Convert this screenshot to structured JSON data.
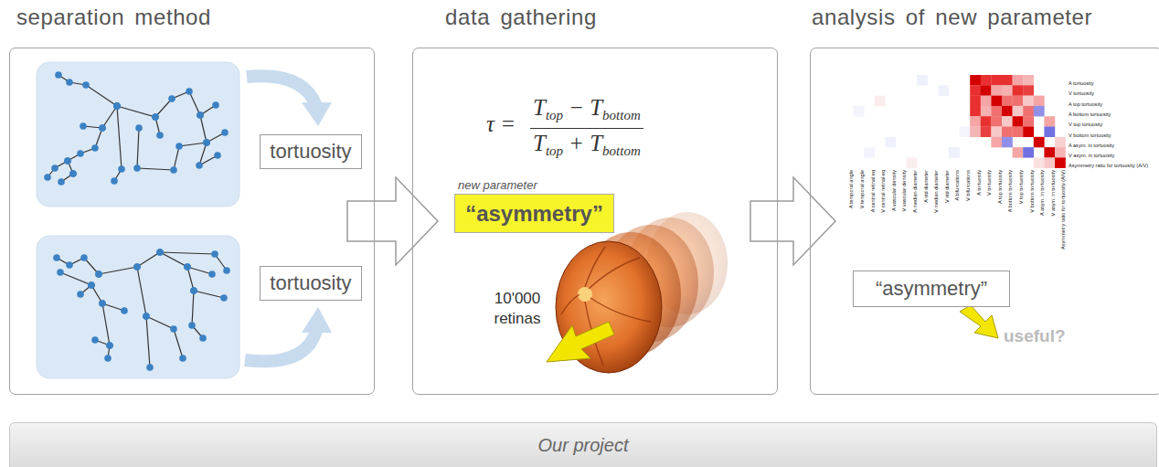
{
  "diagram": {
    "nodes": [
      {
        "text": [
          "separation method"
        ]
      },
      {
        "text": [
          "tortuosity"
        ],
        "in": 0
      },
      {
        "text": [
          "tortuosity"
        ],
        "in": 0
      },
      {
        "text": [
          "data gathering"
        ]
      },
      {
        "text": [
          "new parameter",
          "“asymmetry”"
        ],
        "in": 3
      },
      {
        "text": [
          "analysis of new parameter"
        ]
      },
      {
        "text": [
          "“asymmetry”"
        ],
        "in": 5
      },
      {
        "text": [
          "Our project"
        ]
      }
    ],
    "edges": [
      {
        "from": 0,
        "to": 3,
        "arrow": "to"
      },
      {
        "from": 3,
        "to": 5,
        "arrow": "to"
      }
    ],
    "labels": [
      "τ =",
      "T",
      "top",
      "− T",
      "bottom",
      "T",
      "top",
      "+ T",
      "bottom",
      "10'000 retinas",
      "A tortuosity",
      "V tortuosity",
      "A top tortuosity",
      "A bottom tortuosity",
      "V top tortuosity",
      "V bottom tortuosity",
      "A asym. in tortuosity",
      "V asym. in tortuosity",
      "Asymmetry ratio for tortuosity (A/V)",
      "A temporal angle",
      "V temporal angle",
      "A central retinal eq",
      "V central retinal eq",
      "A vascular density",
      "V vascular density",
      "A median diameter",
      "A std diameter",
      "V median diameter",
      "V std diameter",
      "A bifurcations",
      "V bifurcations",
      "A tortuosity",
      "V tortuosity",
      "A top tortuosity",
      "A bottom tortuosity",
      "V top tortuosity",
      "V bottom tortuosity",
      "A asym. in tortuosity",
      "V asym. in tortuosity",
      "Asymmetry ratio for tortuosity (A/V)",
      "useful?"
    ]
  }
}
